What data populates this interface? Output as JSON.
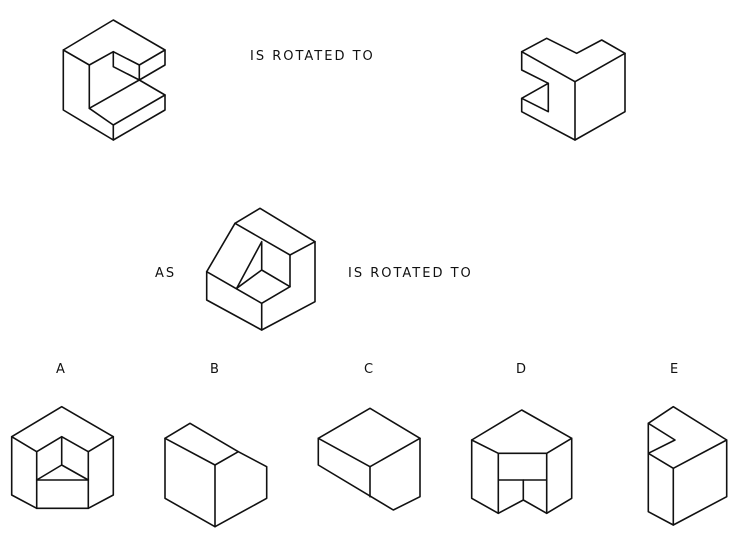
{
  "prompt": {
    "phrase_1": "IS ROTATED TO",
    "as_label": "AS",
    "phrase_2": "IS ROTATED TO"
  },
  "options": [
    {
      "label": "A"
    },
    {
      "label": "B"
    },
    {
      "label": "C"
    },
    {
      "label": "D"
    },
    {
      "label": "E"
    }
  ]
}
